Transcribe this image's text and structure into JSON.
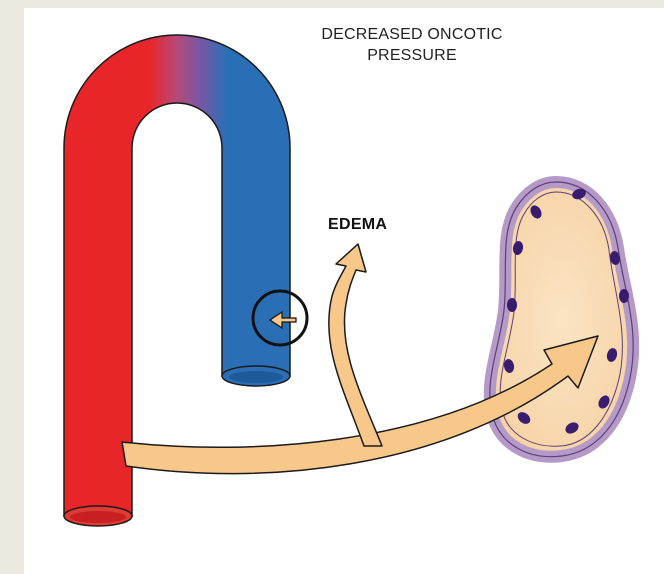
{
  "labels": {
    "title_line1": "DECREASED ONCOTIC",
    "title_line2": "PRESSURE",
    "edema": "EDEMA"
  },
  "colors": {
    "page_bg": "#ebe9e0",
    "arterial_red": "#e8262a",
    "venous_blue": "#2a6fb6",
    "fluid_arrow": "#f8c88a",
    "tissue_fill": "#f9ddb8",
    "cell_membrane": "#b59ac7",
    "nucleus": "#3a1c6e"
  }
}
